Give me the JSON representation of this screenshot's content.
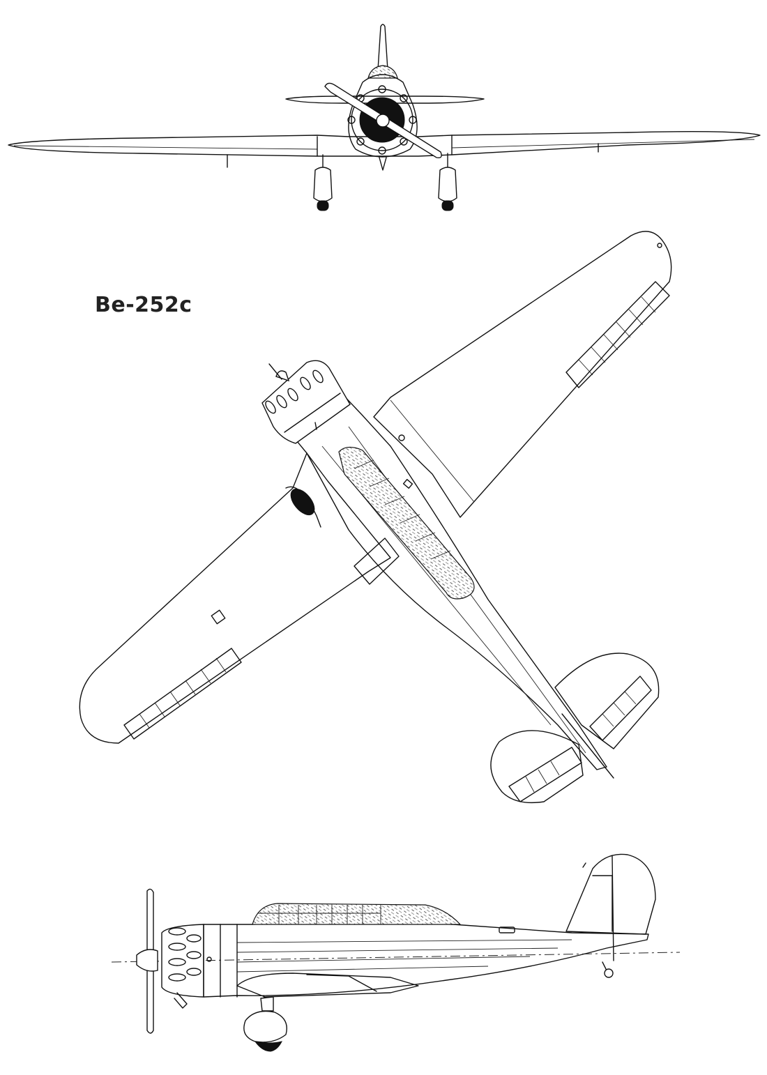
{
  "title": "Be-252c",
  "views": [
    "front-view",
    "top-view",
    "side-view"
  ]
}
